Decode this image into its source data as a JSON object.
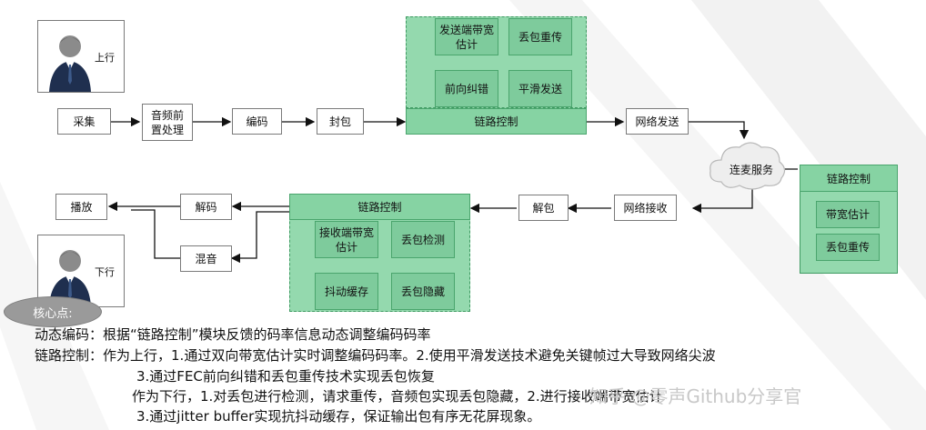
{
  "diagram": {
    "uplink_label": "上行",
    "downlink_label": "下行",
    "up_row": {
      "capture": "采集",
      "preprocess": "音频前\n置处理",
      "encode": "编码",
      "pack": "封包",
      "send": "网络发送"
    },
    "up_panel": {
      "header": "链路控制",
      "items": [
        "发送端带宽\n估计",
        "丢包重传",
        "前向纠错",
        "平滑发送"
      ]
    },
    "cloud_label": "连麦服务",
    "server_panel": {
      "header": "链路控制",
      "items": [
        "带宽估计",
        "丢包重传"
      ]
    },
    "down_row": {
      "receive": "网络接收",
      "unpack": "解包",
      "decode": "解码",
      "play": "播放",
      "mix": "混音"
    },
    "down_panel": {
      "header": "链路控制",
      "items": [
        "接收端带宽\n估计",
        "丢包检测",
        "抖动缓存",
        "丢包隐藏"
      ]
    },
    "colors": {
      "panel": "#94d9ae",
      "block": "#7ecb9c",
      "border": "#4aa56d",
      "bubble": "#9a9a9a"
    }
  },
  "notes": {
    "bubble": "核心点:",
    "line1": "动态编码：根据“链路控制”模块反馈的码率信息动态调整编码码率",
    "line2": "链路控制：作为上行，1.通过双向带宽估计实时调整编码码率。2.使用平滑发送技术避免关键帧过大导致网络尖波",
    "line3": "3.通过FEC前向纠错和丢包重传技术实现丢包恢复",
    "line4": "作为下行，1.对丢包进行检测，请求重传，音频包实现丢包隐藏，2.进行接收端带宽估计",
    "line5": "3.通过jitter buffer实现抗抖动缓存，保证输出包有序无花屏现象。"
  },
  "watermark": "知乎 @零声Github分享官"
}
